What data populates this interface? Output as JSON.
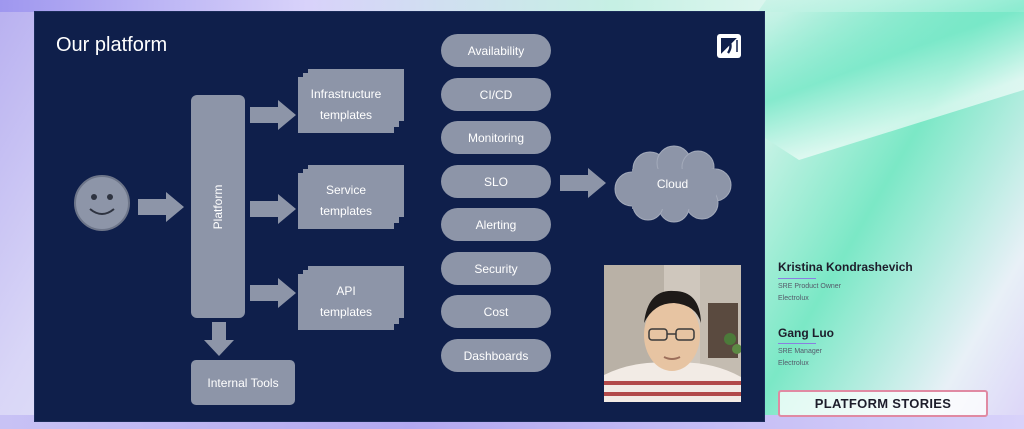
{
  "slide": {
    "title": "Our platform",
    "platform_label": "Platform",
    "templates": [
      {
        "line1": "Infrastructure",
        "line2": "templates"
      },
      {
        "line1": "Service",
        "line2": "templates"
      },
      {
        "line1": "API",
        "line2": "templates"
      }
    ],
    "internal_tools": "Internal Tools",
    "capabilities": [
      "Availability",
      "CI/CD",
      "Monitoring",
      "SLO",
      "Alerting",
      "Security",
      "Cost",
      "Dashboards"
    ],
    "cloud_label": "Cloud",
    "colors": {
      "slide_bg": "#0f1f4b",
      "shape_gray": "#8d95a8"
    }
  },
  "speakers": [
    {
      "name": "Kristina Kondrashevich",
      "role": "SRE Product Owner",
      "company": "Electrolux"
    },
    {
      "name": "Gang Luo",
      "role": "SRE Manager",
      "company": "Electrolux"
    }
  ],
  "event_badge": "PLATFORM STORIES",
  "icons": {
    "logo": "electrolux-logo-icon",
    "smiley": "smiley-face-icon",
    "arrows": "right-arrow-icon"
  }
}
